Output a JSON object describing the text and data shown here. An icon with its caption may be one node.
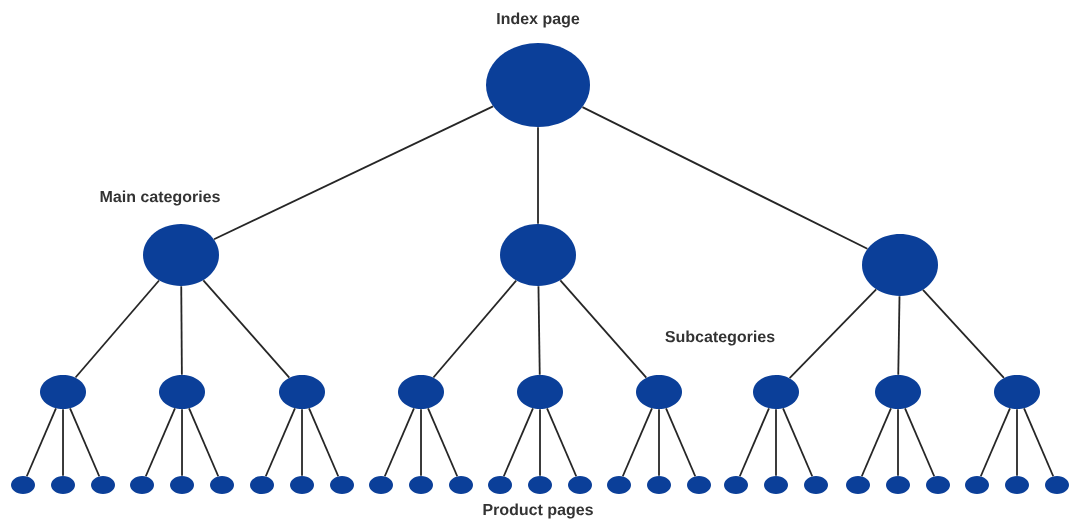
{
  "diagram": {
    "nodes": [
      {
        "text": [
          "Index page"
        ]
      },
      {
        "text": [],
        "shape": "circle"
      },
      {
        "text": [],
        "shape": "circle"
      },
      {
        "text": [],
        "shape": "circle"
      },
      {
        "text": [],
        "shape": "circle"
      },
      {
        "text": [],
        "shape": "circle"
      },
      {
        "text": [],
        "shape": "circle"
      },
      {
        "text": [],
        "shape": "circle"
      },
      {
        "text": [],
        "shape": "circle"
      },
      {
        "text": [],
        "shape": "circle"
      },
      {
        "text": [],
        "shape": "circle"
      },
      {
        "text": [],
        "shape": "circle"
      },
      {
        "text": [],
        "shape": "circle"
      },
      {
        "text": [],
        "shape": "circle"
      },
      {
        "text": [],
        "shape": "circle"
      },
      {
        "text": [],
        "shape": "circle"
      },
      {
        "text": [],
        "shape": "circle"
      },
      {
        "text": [],
        "shape": "circle"
      },
      {
        "text": [],
        "shape": "circle"
      },
      {
        "text": [],
        "shape": "circle"
      },
      {
        "text": [],
        "shape": "circle"
      },
      {
        "text": [],
        "shape": "circle"
      },
      {
        "text": [],
        "shape": "circle"
      },
      {
        "text": [],
        "shape": "circle"
      },
      {
        "text": [],
        "shape": "circle"
      },
      {
        "text": [],
        "shape": "circle"
      },
      {
        "text": [],
        "shape": "circle"
      },
      {
        "text": [],
        "shape": "circle"
      },
      {
        "text": [],
        "shape": "circle"
      },
      {
        "text": [],
        "shape": "circle"
      },
      {
        "text": [],
        "shape": "circle"
      },
      {
        "text": [],
        "shape": "circle"
      },
      {
        "text": [],
        "shape": "circle"
      },
      {
        "text": [],
        "shape": "circle"
      },
      {
        "text": [],
        "shape": "circle"
      },
      {
        "text": [],
        "shape": "circle"
      },
      {
        "text": [],
        "shape": "circle"
      },
      {
        "text": [],
        "shape": "circle"
      },
      {
        "text": [],
        "shape": "circle"
      },
      {
        "text": [],
        "shape": "circle"
      }
    ],
    "edges": [
      {
        "from": 0,
        "to": 1,
        "arrow": "none"
      },
      {
        "from": 0,
        "to": 2,
        "arrow": "none"
      },
      {
        "from": 0,
        "to": 3,
        "arrow": "none"
      },
      {
        "from": 1,
        "to": 4,
        "arrow": "none"
      },
      {
        "from": 1,
        "to": 5,
        "arrow": "none"
      },
      {
        "from": 1,
        "to": 6,
        "arrow": "none"
      },
      {
        "from": 2,
        "to": 7,
        "arrow": "none"
      },
      {
        "from": 2,
        "to": 8,
        "arrow": "none"
      },
      {
        "from": 2,
        "to": 9,
        "arrow": "none"
      },
      {
        "from": 3,
        "to": 10,
        "arrow": "none"
      },
      {
        "from": 3,
        "to": 11,
        "arrow": "none"
      },
      {
        "from": 3,
        "to": 12,
        "arrow": "none"
      },
      {
        "from": 4,
        "to": 13,
        "arrow": "none"
      },
      {
        "from": 4,
        "to": 14,
        "arrow": "none"
      },
      {
        "from": 4,
        "to": 15,
        "arrow": "none"
      },
      {
        "from": 5,
        "to": 16,
        "arrow": "none"
      },
      {
        "from": 5,
        "to": 17,
        "arrow": "none"
      },
      {
        "from": 5,
        "to": 18,
        "arrow": "none"
      },
      {
        "from": 6,
        "to": 19,
        "arrow": "none"
      },
      {
        "from": 6,
        "to": 20,
        "arrow": "none"
      },
      {
        "from": 6,
        "to": 21,
        "arrow": "none"
      },
      {
        "from": 7,
        "to": 22,
        "arrow": "none"
      },
      {
        "from": 7,
        "to": 23,
        "arrow": "none"
      },
      {
        "from": 7,
        "to": 24,
        "arrow": "none"
      },
      {
        "from": 8,
        "to": 25,
        "arrow": "none"
      },
      {
        "from": 8,
        "to": 26,
        "arrow": "none"
      },
      {
        "from": 8,
        "to": 27,
        "arrow": "none"
      },
      {
        "from": 9,
        "to": 28,
        "arrow": "none"
      },
      {
        "from": 9,
        "to": 29,
        "arrow": "none"
      },
      {
        "from": 9,
        "to": 30,
        "arrow": "none"
      },
      {
        "from": 10,
        "to": 31,
        "arrow": "none"
      },
      {
        "from": 10,
        "to": 32,
        "arrow": "none"
      },
      {
        "from": 10,
        "to": 33,
        "arrow": "none"
      },
      {
        "from": 11,
        "to": 34,
        "arrow": "none"
      },
      {
        "from": 11,
        "to": 35,
        "arrow": "none"
      },
      {
        "from": 11,
        "to": 36,
        "arrow": "none"
      },
      {
        "from": 12,
        "to": 37,
        "arrow": "none"
      },
      {
        "from": 12,
        "to": 38,
        "arrow": "none"
      },
      {
        "from": 12,
        "to": 39,
        "arrow": "none"
      }
    ],
    "labels": [
      "Main categories",
      "Subcategories",
      "Product pages"
    ]
  }
}
